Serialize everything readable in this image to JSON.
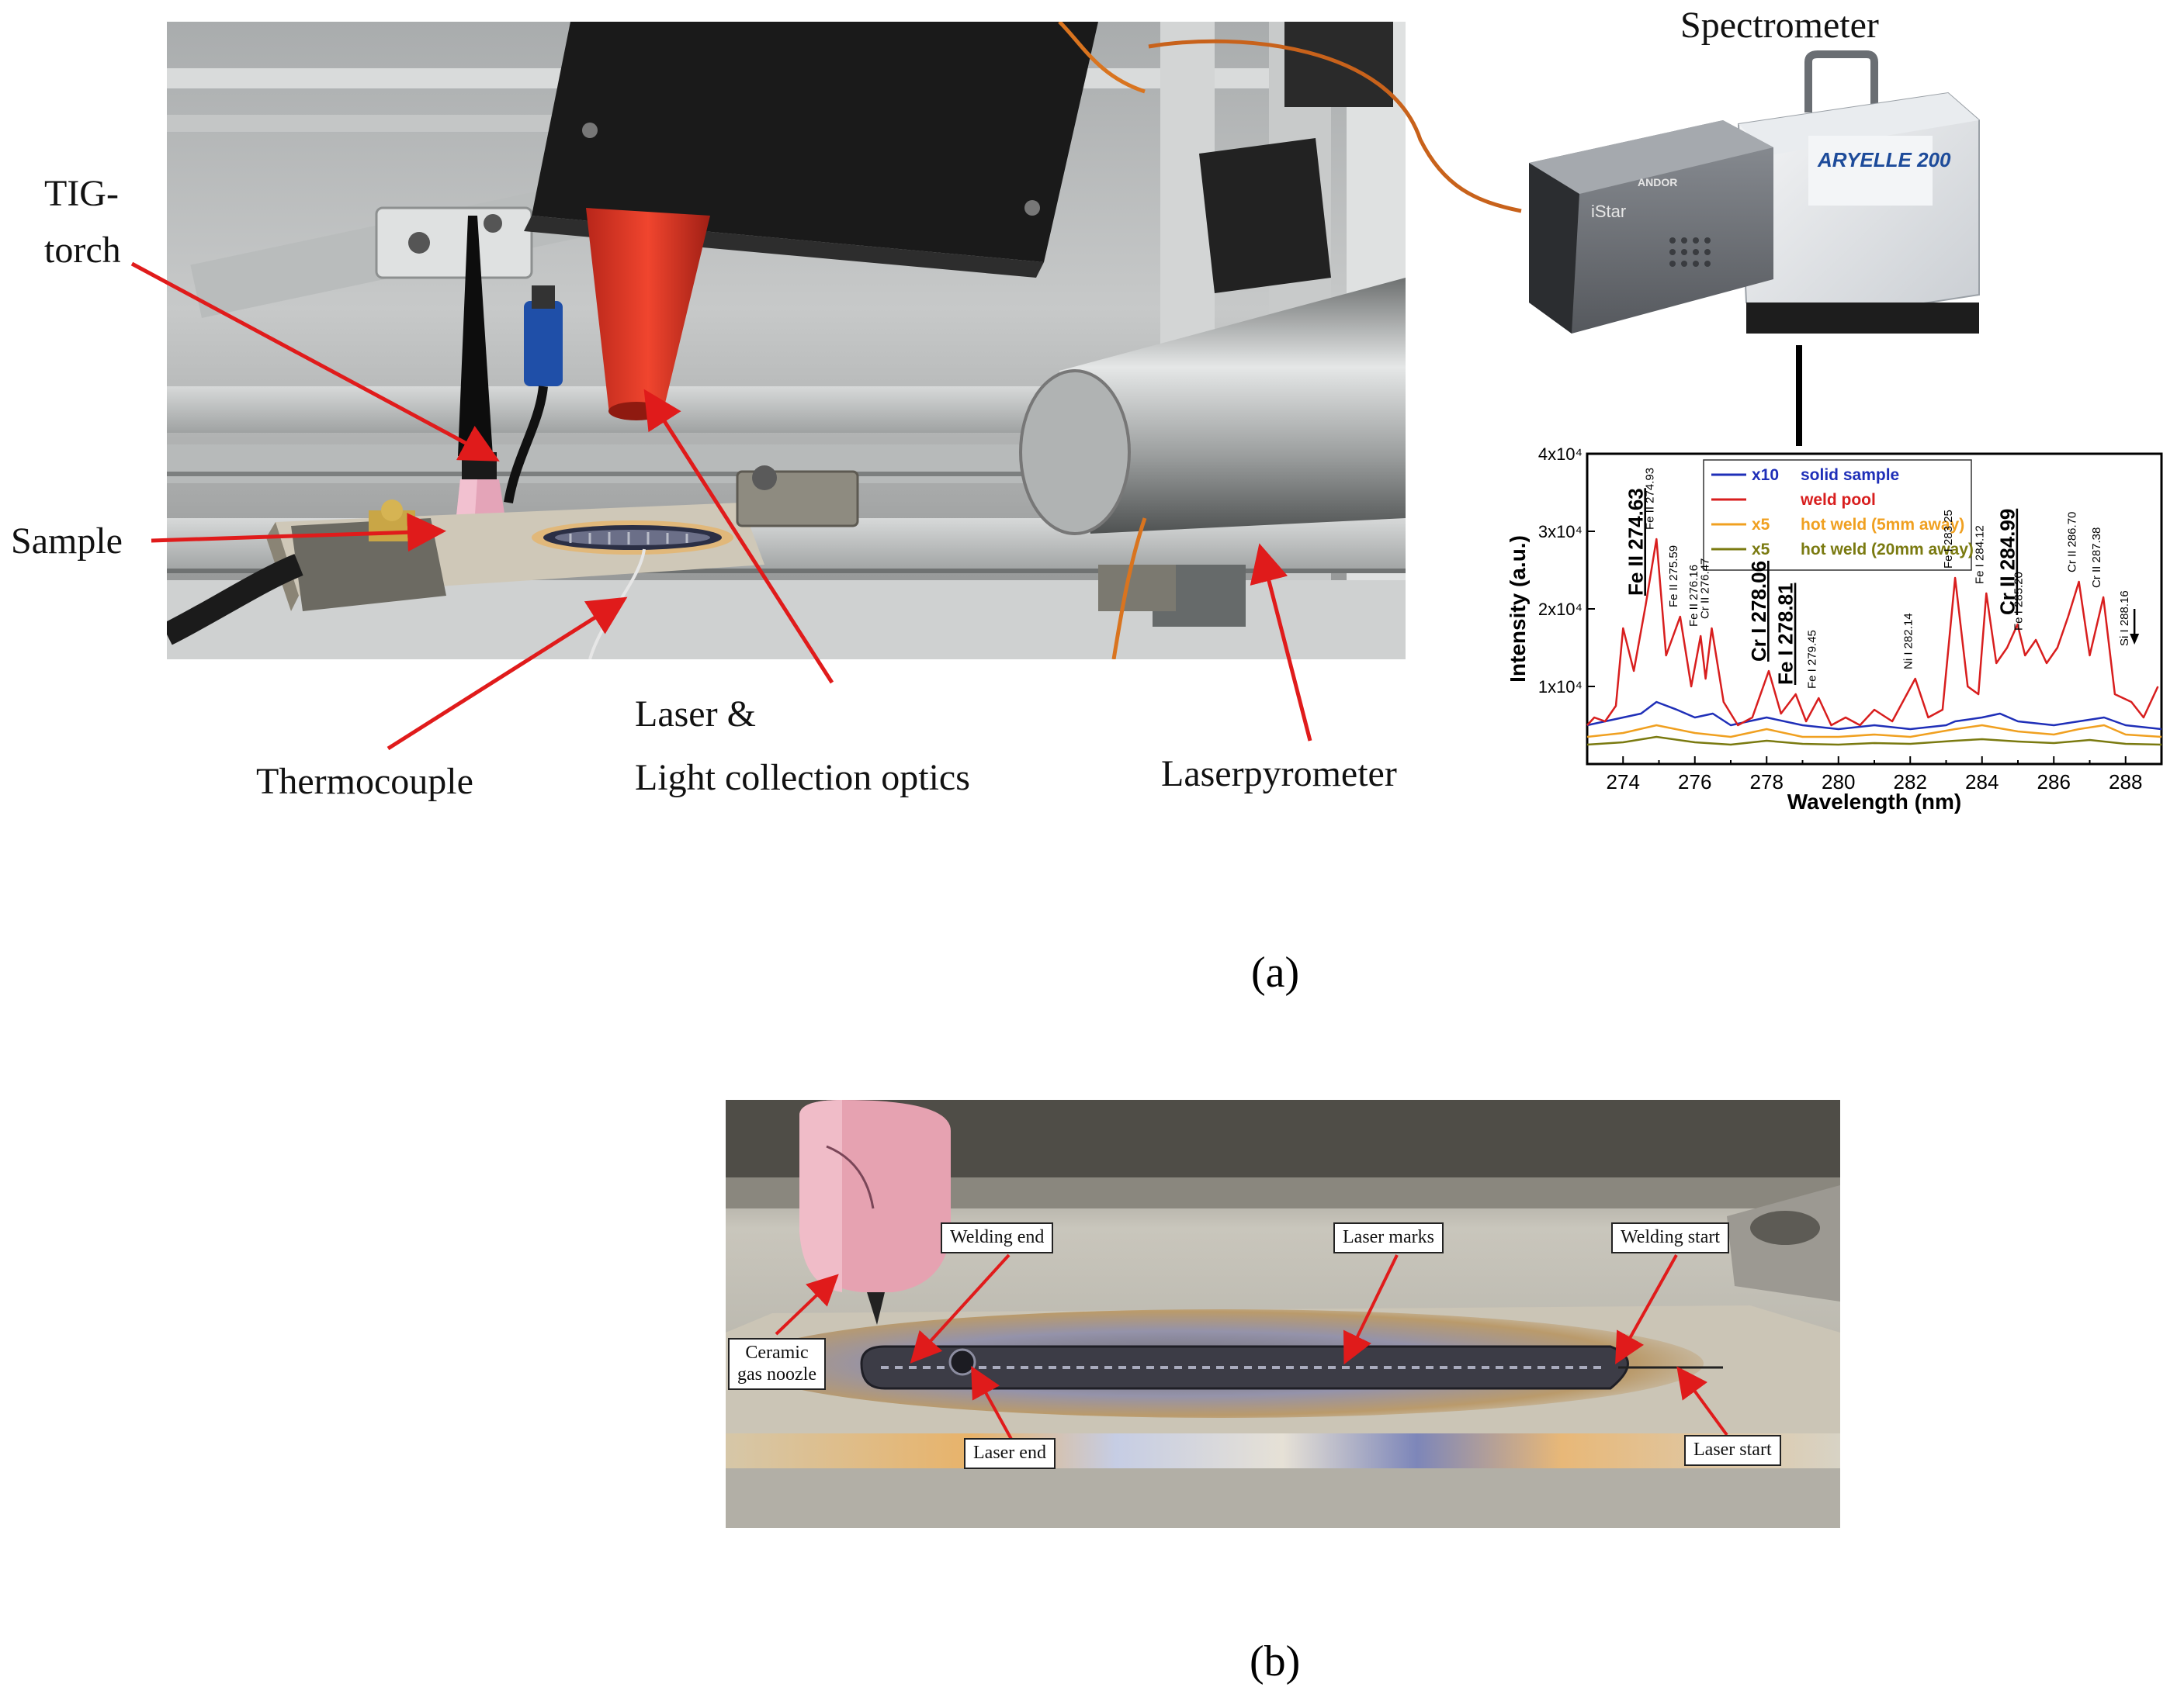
{
  "panel_a": {
    "label": "(a)",
    "photo_labels": {
      "tig_torch_line1": "TIG-",
      "tig_torch_line2": "torch",
      "sample": "Sample",
      "thermocouple": "Thermocouple",
      "laser_line1": "Laser &",
      "laser_line2": "Light collection optics",
      "laserpyrometer": "Laserpyrometer"
    },
    "spectrometer": {
      "title": "Spectrometer",
      "brand_text": "ARYELLE 200",
      "camera_text": "iStar",
      "camera_brand": "ANDOR"
    }
  },
  "panel_b": {
    "label": "(b)",
    "callouts": {
      "welding_end": "Welding end",
      "laser_marks": "Laser marks",
      "welding_start": "Welding start",
      "ceramic_line1": "Ceramic",
      "ceramic_line2": "gas noozle",
      "laser_end": "Laser end",
      "laser_start": "Laser start"
    }
  },
  "colors": {
    "arrow": "#e01b1b",
    "solid_sample": "#1f2fb8",
    "weld_pool": "#d81e1e",
    "hot_weld_5mm": "#f0a020",
    "hot_weld_20mm": "#7a7a10"
  },
  "chart_data": {
    "type": "line",
    "xlabel": "Wavelength (nm)",
    "ylabel": "Intensity (a.u.)",
    "xlim": [
      273,
      289
    ],
    "ylim": [
      0,
      40000
    ],
    "x_ticks": [
      "274",
      "276",
      "278",
      "280",
      "282",
      "284",
      "286",
      "288"
    ],
    "y_ticks": [
      "1x10⁴",
      "2x10⁴",
      "3x10⁴",
      "4x10⁴"
    ],
    "legend_position": "top",
    "series": [
      {
        "name": "solid sample",
        "factor": "x10",
        "color": "#1f2fb8",
        "x": [
          273,
          273.5,
          274,
          274.5,
          274.93,
          275.5,
          276,
          276.5,
          277,
          278,
          279,
          280,
          281,
          282,
          283,
          283.25,
          284,
          284.5,
          285,
          286,
          286.7,
          287.4,
          288,
          289
        ],
        "y": [
          5000,
          5500,
          6000,
          6500,
          8000,
          7000,
          6000,
          6500,
          5000,
          6000,
          5000,
          4500,
          5000,
          4500,
          5000,
          5500,
          6000,
          6500,
          5500,
          5000,
          5500,
          6000,
          5000,
          4500
        ]
      },
      {
        "name": "weld pool",
        "factor": "",
        "color": "#d81e1e",
        "x": [
          273,
          273.2,
          273.5,
          273.8,
          274,
          274.3,
          274.63,
          274.93,
          275.2,
          275.59,
          275.9,
          276.16,
          276.3,
          276.47,
          276.8,
          277.2,
          277.6,
          278.06,
          278.4,
          278.81,
          279.1,
          279.45,
          279.8,
          280.2,
          280.6,
          281,
          281.5,
          282.14,
          282.5,
          282.9,
          283.25,
          283.6,
          283.9,
          284.12,
          284.4,
          284.7,
          284.99,
          285.2,
          285.5,
          285.8,
          286.1,
          286.4,
          286.7,
          287,
          287.38,
          287.7,
          288.16,
          288.5,
          288.9
        ],
        "y": [
          5000,
          6000,
          5500,
          7500,
          17500,
          12000,
          20500,
          29000,
          14000,
          19000,
          10000,
          16500,
          11000,
          17500,
          8000,
          5000,
          6000,
          12000,
          6500,
          9000,
          5500,
          8500,
          5000,
          6000,
          5000,
          7000,
          5500,
          11000,
          6000,
          7000,
          24000,
          10000,
          9000,
          22000,
          13000,
          15000,
          18000,
          14000,
          16000,
          13000,
          15000,
          19000,
          23500,
          14000,
          21500,
          9000,
          8000,
          6000,
          10000
        ]
      },
      {
        "name": "hot weld (5mm away)",
        "factor": "x5",
        "color": "#f0a020",
        "x": [
          273,
          274,
          274.93,
          276,
          277,
          278,
          279,
          280,
          281,
          282,
          283.25,
          284,
          285,
          286,
          286.7,
          287.4,
          288,
          289
        ],
        "y": [
          3500,
          4000,
          5000,
          4000,
          3500,
          4500,
          3500,
          3500,
          3800,
          3500,
          4500,
          5000,
          4200,
          3800,
          4500,
          5000,
          3800,
          3500
        ]
      },
      {
        "name": "hot weld (20mm away)",
        "factor": "x5",
        "color": "#7a7a10",
        "x": [
          273,
          274,
          274.93,
          276,
          277,
          278,
          279,
          280,
          281,
          282,
          283.25,
          284,
          285,
          286,
          287,
          288,
          289
        ],
        "y": [
          2500,
          2800,
          3500,
          2800,
          2500,
          3000,
          2600,
          2500,
          2700,
          2600,
          3000,
          3200,
          2900,
          2700,
          3100,
          2600,
          2500
        ]
      }
    ],
    "annotations": [
      {
        "text": "Fe II 274.63",
        "x": 274.63,
        "y": 20500,
        "emphasis": true
      },
      {
        "text": "Fe II 274.93",
        "x": 274.93,
        "y": 29000,
        "emphasis": false
      },
      {
        "text": "Fe II 275.59",
        "x": 275.59,
        "y": 19000,
        "emphasis": false
      },
      {
        "text": "Fe II 276.16",
        "x": 276.16,
        "y": 16500,
        "emphasis": false
      },
      {
        "text": "Cr II 276.47",
        "x": 276.47,
        "y": 17500,
        "emphasis": false
      },
      {
        "text": "Cr I 278.06",
        "x": 278.06,
        "y": 12000,
        "emphasis": true
      },
      {
        "text": "Fe I 278.81",
        "x": 278.81,
        "y": 9000,
        "emphasis": true
      },
      {
        "text": "Fe I 279.45",
        "x": 279.45,
        "y": 8500,
        "emphasis": false
      },
      {
        "text": "Ni I 282.14",
        "x": 282.14,
        "y": 11000,
        "emphasis": false
      },
      {
        "text": "Fe I 283.25",
        "x": 283.25,
        "y": 24000,
        "emphasis": false
      },
      {
        "text": "Fe I 284.12",
        "x": 284.12,
        "y": 22000,
        "emphasis": false
      },
      {
        "text": "Cr II 284.99",
        "x": 284.99,
        "y": 18000,
        "emphasis": true
      },
      {
        "text": "Fe I 285.20",
        "x": 285.2,
        "y": 16000,
        "emphasis": false
      },
      {
        "text": "Cr II 286.70",
        "x": 286.7,
        "y": 23500,
        "emphasis": false
      },
      {
        "text": "Cr II 287.38",
        "x": 287.38,
        "y": 21500,
        "emphasis": false
      },
      {
        "text": "Si I 288.16",
        "x": 288.16,
        "y": 14000,
        "emphasis": false
      }
    ]
  }
}
